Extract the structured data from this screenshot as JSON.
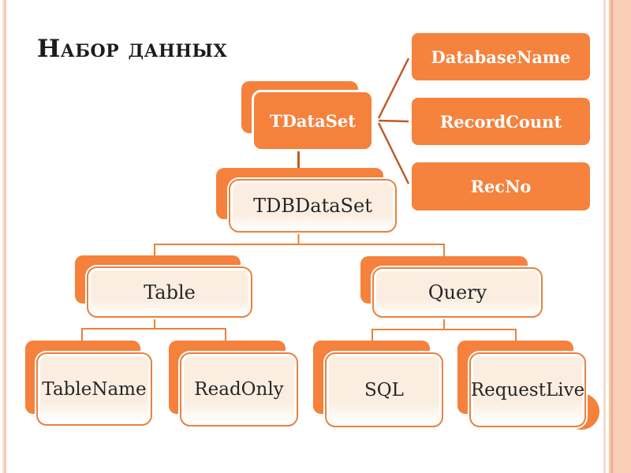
{
  "title": "Набор данных",
  "colors": {
    "accent_orange": "#F5813C",
    "box_border_orange": "#E8823E",
    "connector_dark": "#BE5B2A",
    "connector_light": "#E8823E",
    "cream_fill": "#FBEEE1",
    "stripe_peach": "#FACDB6"
  },
  "tree": {
    "root": {
      "label": "TDataSet"
    },
    "root_attributes": [
      {
        "label": "DatabaseName"
      },
      {
        "label": "RecordCount"
      },
      {
        "label": "RecNo"
      }
    ],
    "subclass": {
      "label": "TDBDataSet"
    },
    "branches": [
      {
        "label": "Table",
        "children": [
          {
            "label": "TableName"
          },
          {
            "label": "ReadOnly"
          }
        ]
      },
      {
        "label": "Query",
        "children": [
          {
            "label": "SQL"
          },
          {
            "label": "RequestLive"
          }
        ]
      }
    ]
  }
}
